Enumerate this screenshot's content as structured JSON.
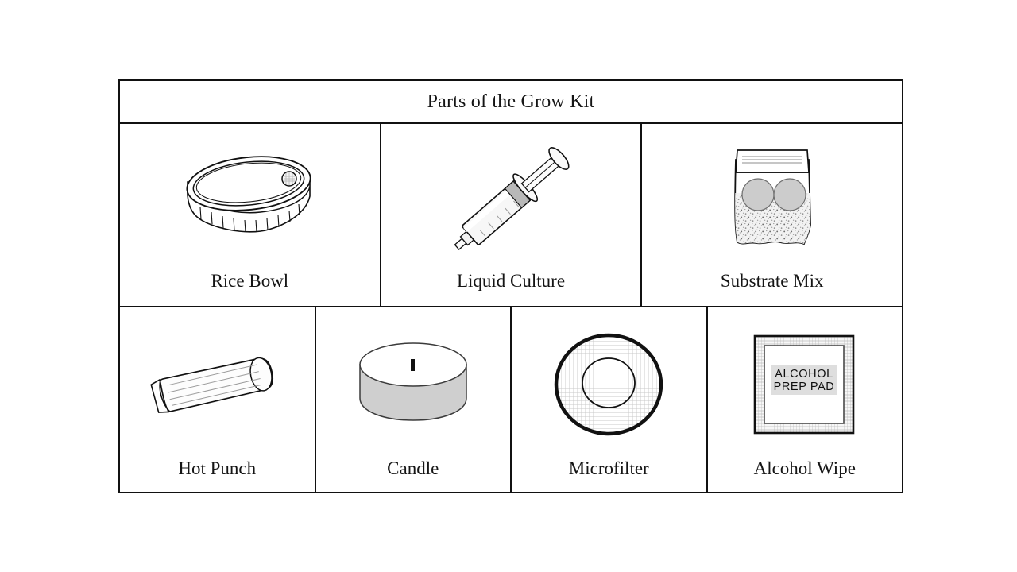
{
  "table": {
    "title": "Parts of the Grow Kit",
    "rows": [
      {
        "cells": [
          {
            "label": "Rice Bowl",
            "icon": "rice-bowl-icon"
          },
          {
            "label": "Liquid Culture",
            "icon": "syringe-icon"
          },
          {
            "label": "Substrate Mix",
            "icon": "substrate-bag-icon"
          }
        ]
      },
      {
        "cells": [
          {
            "label": "Hot Punch",
            "icon": "hot-punch-icon"
          },
          {
            "label": "Candle",
            "icon": "tea-light-candle-icon"
          },
          {
            "label": "Microfilter",
            "icon": "microfilter-disc-icon"
          },
          {
            "label": "Alcohol Wipe",
            "icon": "alcohol-wipe-packet-icon"
          }
        ]
      }
    ]
  },
  "artwork": {
    "alcohol_wipe_packet": {
      "line1": "ALCOHOL",
      "line2": "PREP PAD"
    }
  },
  "colors": {
    "ink": "#111111",
    "paper": "#ffffff",
    "fill_gray": "#cfcfcf",
    "label_gray": "#dedede",
    "mesh_gray": "#c8c8c8",
    "speckle_gray": "#9a9a9a"
  }
}
